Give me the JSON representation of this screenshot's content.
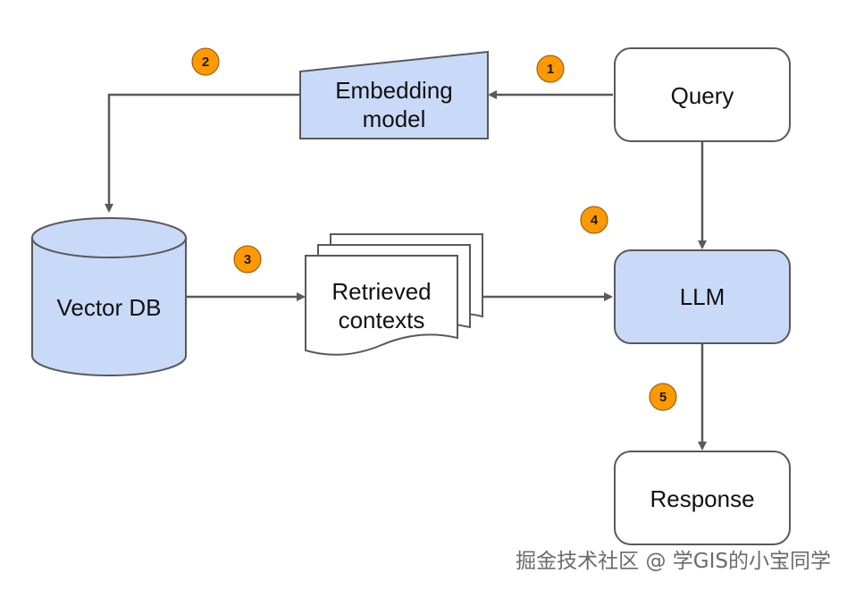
{
  "nodes": {
    "query": {
      "label": "Query"
    },
    "embedding_model": {
      "line1": "Embedding",
      "line2": "model"
    },
    "vector_db": {
      "label": "Vector DB"
    },
    "retrieved_contexts": {
      "line1": "Retrieved",
      "line2": "contexts"
    },
    "llm": {
      "label": "LLM"
    },
    "response": {
      "label": "Response"
    }
  },
  "steps": [
    "1",
    "2",
    "3",
    "4",
    "5"
  ],
  "colors": {
    "fill_blue": "#c9daf8",
    "fill_white": "#ffffff",
    "stroke": "#595959",
    "arrow": "#595959",
    "step_badge": "#ff9900",
    "text": "#111111",
    "watermark": "#6b6b6b"
  },
  "watermark": "掘金技术社区 @ 学GIS的小宝同学"
}
